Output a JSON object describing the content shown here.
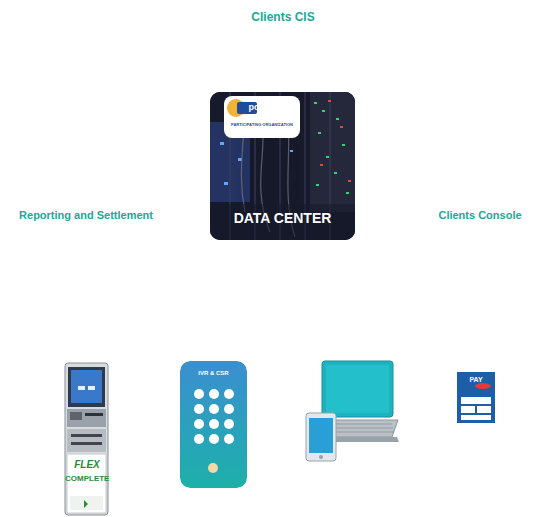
{
  "diagram": {
    "nodes": [
      {
        "text": [
          "DATA CENTER"
        ]
      },
      {
        "text": [
          "IVR & CSR"
        ]
      }
    ],
    "labels": [
      "Clients CIS",
      "Reporting and Settlement",
      "Clients Console",
      "pci",
      "PARTICIPATING ORGANIZATION",
      "FLEX",
      "COMPLETE",
      "PAY"
    ]
  }
}
